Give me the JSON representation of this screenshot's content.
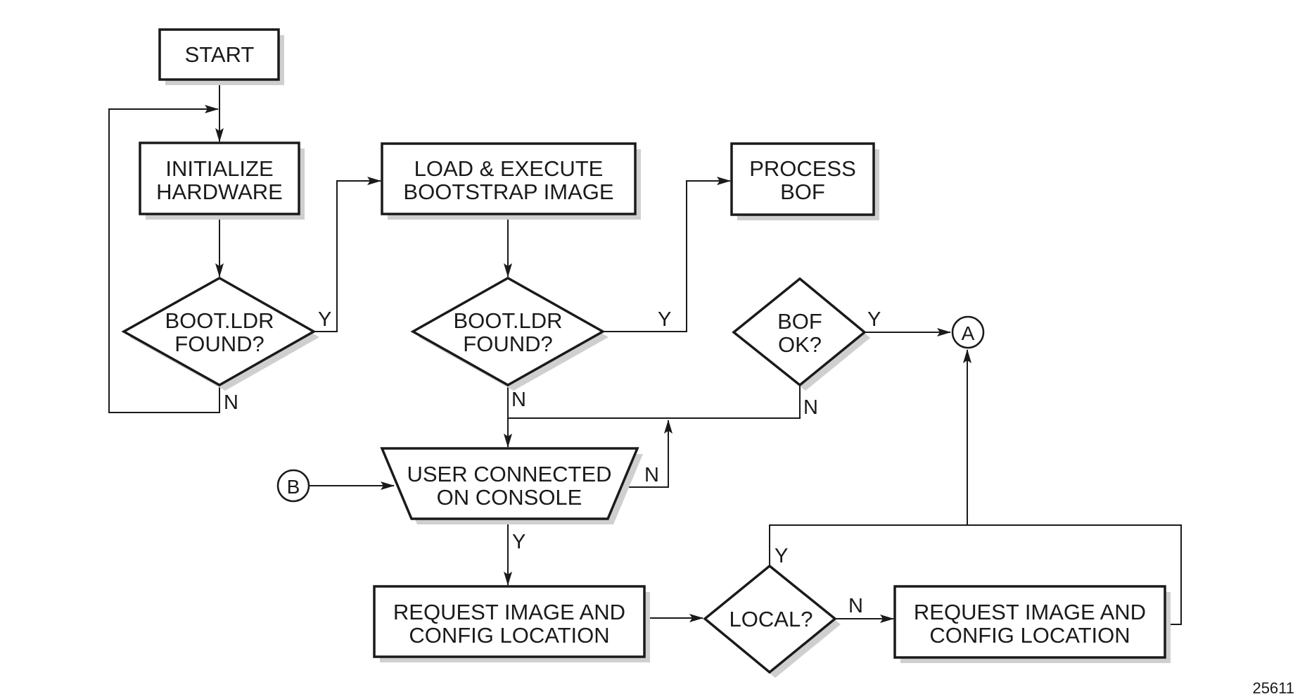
{
  "diagram": {
    "type": "flowchart",
    "nodes": {
      "start": {
        "kind": "terminal",
        "lines": [
          "START"
        ]
      },
      "init_hw": {
        "kind": "process",
        "lines": [
          "INITIALIZE",
          "HARDWARE"
        ]
      },
      "bootldr1": {
        "kind": "decision",
        "lines": [
          "BOOT.LDR",
          "FOUND?"
        ]
      },
      "load_exec": {
        "kind": "process",
        "lines": [
          "LOAD & EXECUTE",
          "BOOTSTRAP IMAGE"
        ]
      },
      "bootldr2": {
        "kind": "decision",
        "lines": [
          "BOOT.LDR",
          "FOUND?"
        ]
      },
      "process_bof": {
        "kind": "process",
        "lines": [
          "PROCESS",
          "BOF"
        ]
      },
      "bof_ok": {
        "kind": "decision",
        "lines": [
          "BOF",
          "OK?"
        ]
      },
      "connector_a": {
        "kind": "connector",
        "lines": [
          "A"
        ]
      },
      "connector_b": {
        "kind": "connector",
        "lines": [
          "B"
        ]
      },
      "user_console": {
        "kind": "manual-operation",
        "lines": [
          "USER CONNECTED",
          "ON CONSOLE"
        ]
      },
      "request1": {
        "kind": "process",
        "lines": [
          "REQUEST IMAGE AND",
          "CONFIG LOCATION"
        ]
      },
      "local": {
        "kind": "decision",
        "lines": [
          "LOCAL?"
        ]
      },
      "request2": {
        "kind": "process",
        "lines": [
          "REQUEST IMAGE AND",
          "CONFIG LOCATION"
        ]
      }
    },
    "edges": [
      {
        "from": "start",
        "to": "init_hw",
        "label": ""
      },
      {
        "from": "init_hw",
        "to": "bootldr1",
        "label": ""
      },
      {
        "from": "bootldr1",
        "to": "load_exec",
        "label": "Y"
      },
      {
        "from": "bootldr1",
        "to": "init_hw",
        "label": "N"
      },
      {
        "from": "load_exec",
        "to": "bootldr2",
        "label": ""
      },
      {
        "from": "bootldr2",
        "to": "process_bof",
        "label": "Y"
      },
      {
        "from": "bootldr2",
        "to": "user_console",
        "label": "N"
      },
      {
        "from": "bof_ok",
        "to": "connector_a",
        "label": "Y"
      },
      {
        "from": "bof_ok",
        "to": "user_console",
        "label": "N"
      },
      {
        "from": "connector_b",
        "to": "user_console",
        "label": ""
      },
      {
        "from": "user_console",
        "to": "user_console",
        "label": "N"
      },
      {
        "from": "user_console",
        "to": "request1",
        "label": "Y"
      },
      {
        "from": "request1",
        "to": "local",
        "label": ""
      },
      {
        "from": "local",
        "to": "request2",
        "label": "N"
      },
      {
        "from": "local",
        "to": "connector_a",
        "label": "Y"
      },
      {
        "from": "request2",
        "to": "connector_a",
        "label": ""
      }
    ],
    "edge_labels": {
      "bootldr1_y": "Y",
      "bootldr1_n": "N",
      "bootldr2_y": "Y",
      "bootldr2_n": "N",
      "bof_ok_y": "Y",
      "bof_ok_n": "N",
      "console_n": "N",
      "console_y": "Y",
      "local_y": "Y",
      "local_n": "N"
    },
    "figure_id": "25611"
  }
}
